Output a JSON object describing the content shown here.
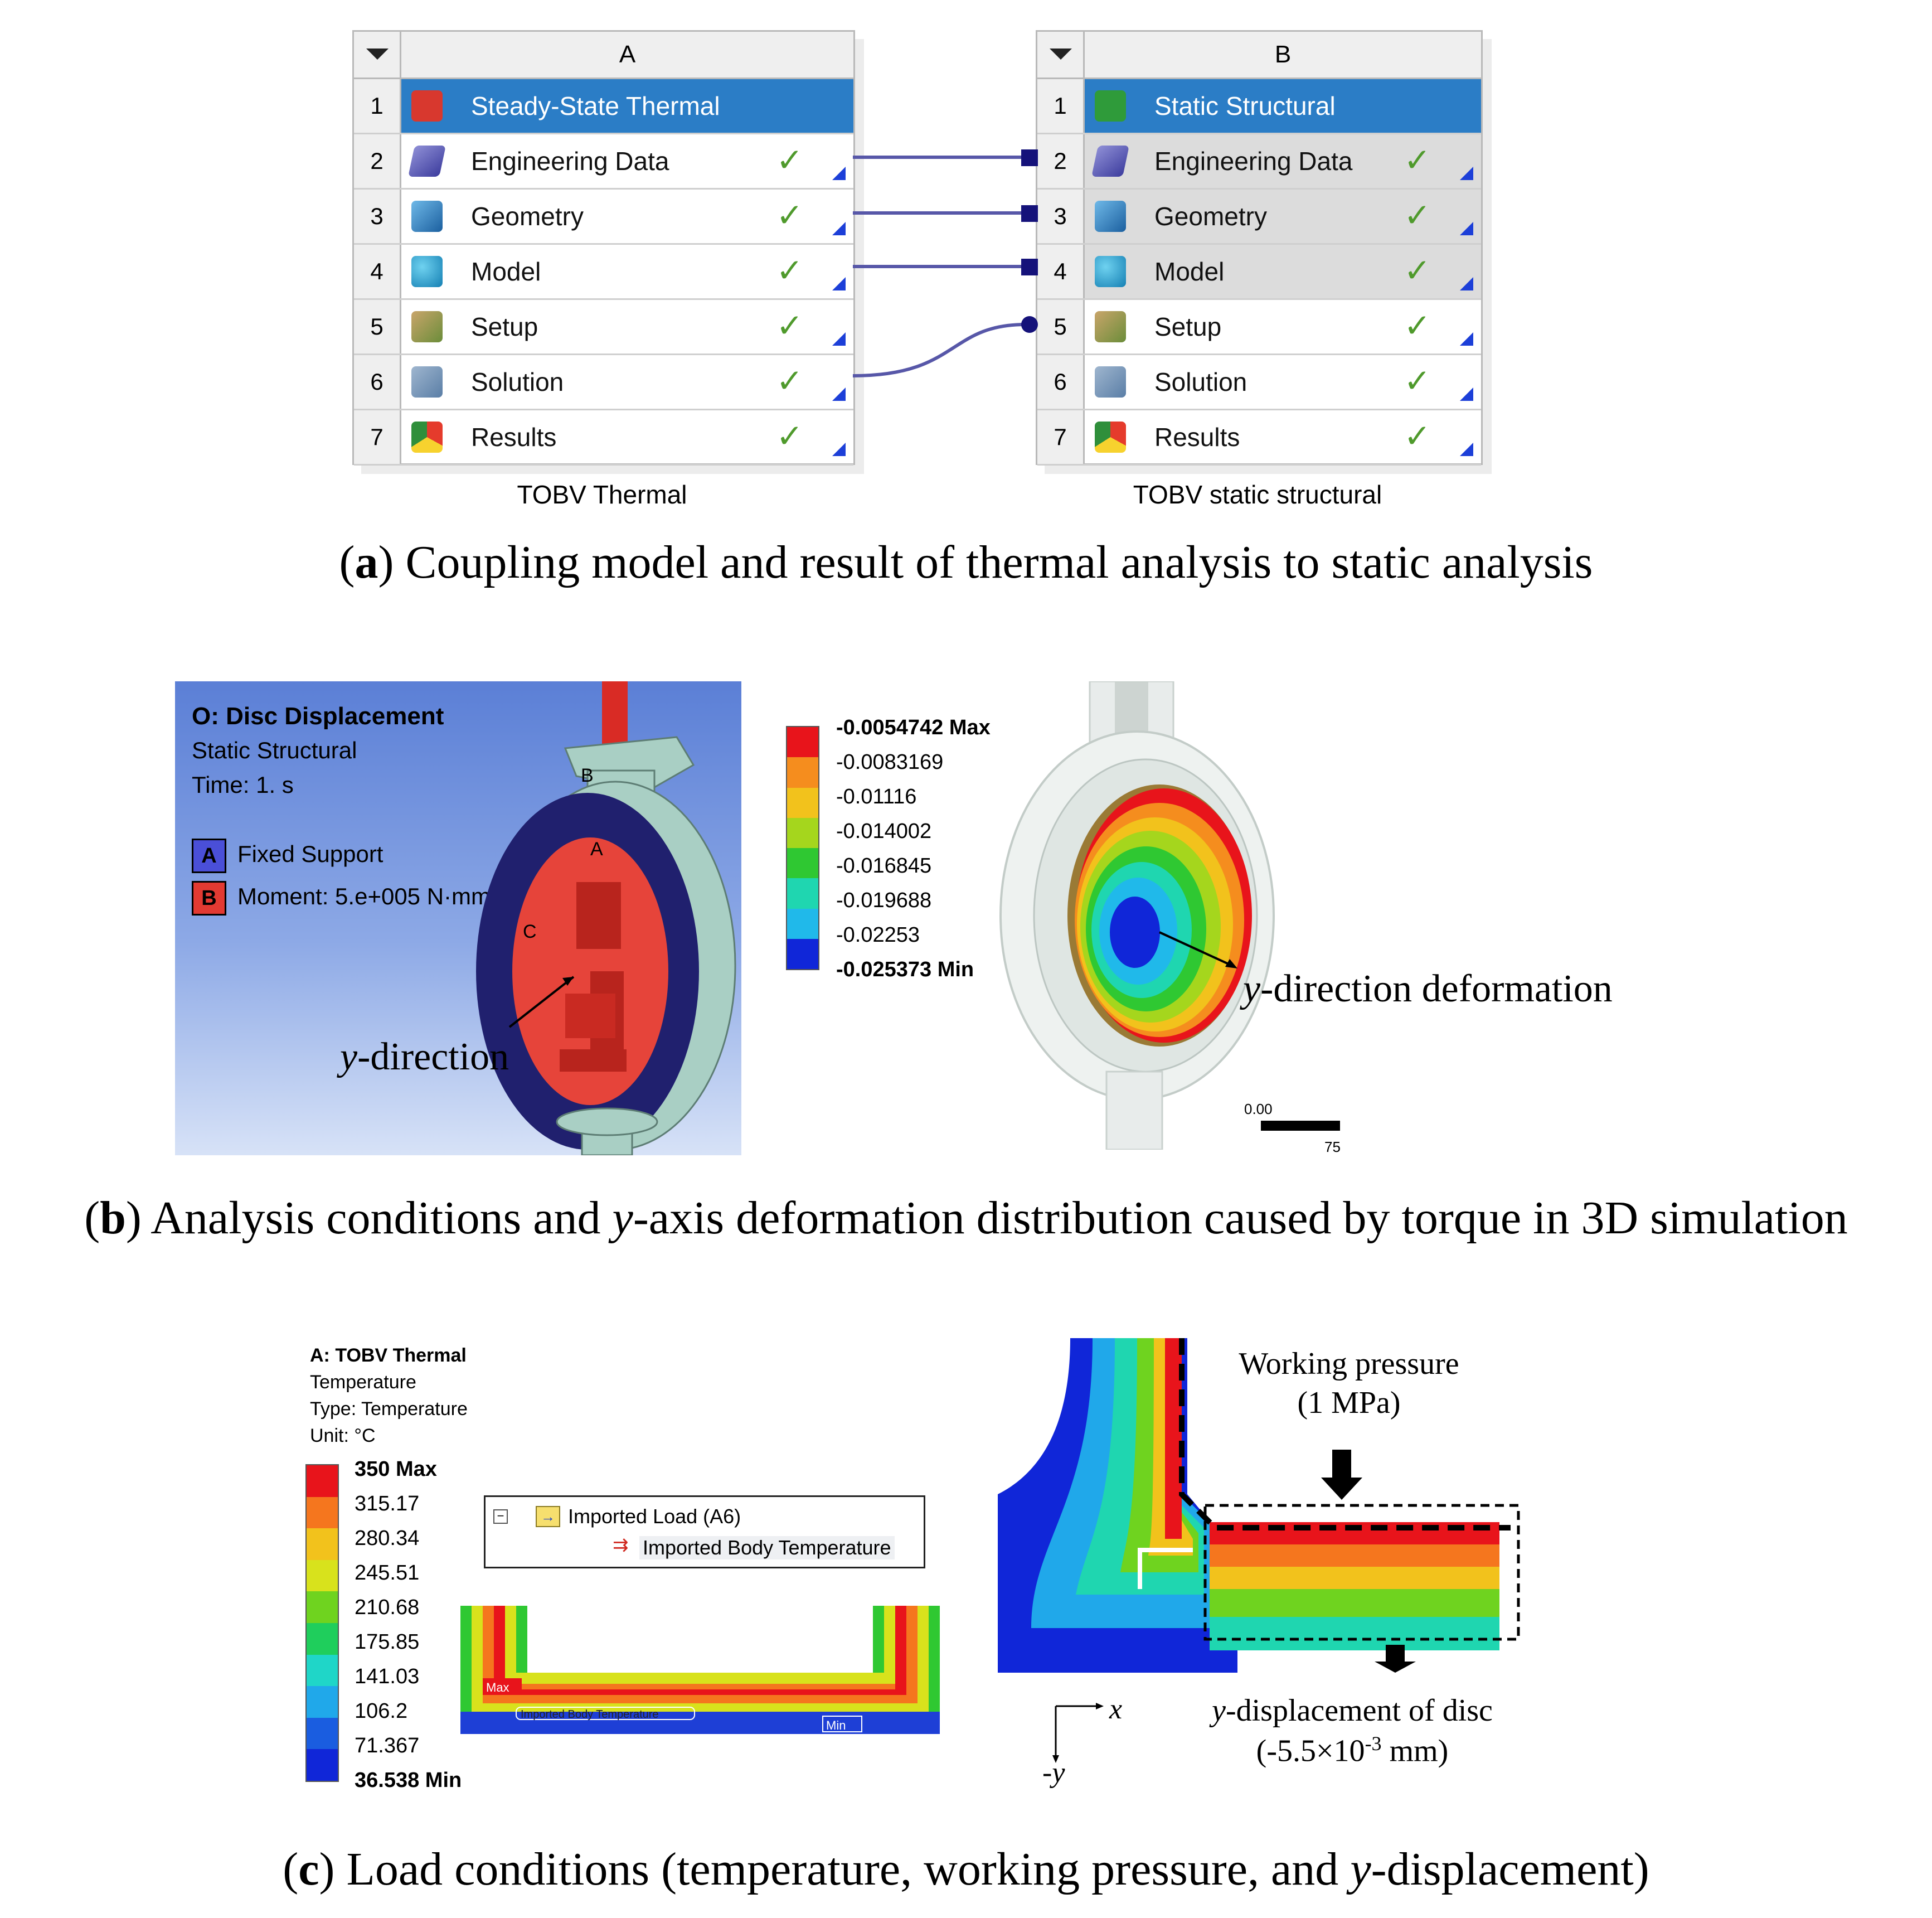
{
  "figure_a": {
    "system_a": {
      "column": "A",
      "caption": "TOBV Thermal",
      "rows": [
        {
          "num": "1",
          "label": "Steady-State Thermal",
          "icon": "thermal-icon"
        },
        {
          "num": "2",
          "label": "Engineering Data",
          "icon": "engineering-data-icon"
        },
        {
          "num": "3",
          "label": "Geometry",
          "icon": "geometry-icon"
        },
        {
          "num": "4",
          "label": "Model",
          "icon": "model-icon"
        },
        {
          "num": "5",
          "label": "Setup",
          "icon": "setup-icon"
        },
        {
          "num": "6",
          "label": "Solution",
          "icon": "solution-icon"
        },
        {
          "num": "7",
          "label": "Results",
          "icon": "results-icon"
        }
      ]
    },
    "system_b": {
      "column": "B",
      "caption": "TOBV static structural",
      "rows": [
        {
          "num": "1",
          "label": "Static Structural",
          "icon": "static-structural-icon"
        },
        {
          "num": "2",
          "label": "Engineering Data",
          "icon": "engineering-data-icon"
        },
        {
          "num": "3",
          "label": "Geometry",
          "icon": "geometry-icon"
        },
        {
          "num": "4",
          "label": "Model",
          "icon": "model-icon"
        },
        {
          "num": "5",
          "label": "Setup",
          "icon": "setup-icon"
        },
        {
          "num": "6",
          "label": "Solution",
          "icon": "solution-icon"
        },
        {
          "num": "7",
          "label": "Results",
          "icon": "results-icon"
        }
      ]
    },
    "check_glyph": "✓",
    "caption_letter": "a",
    "caption_text": ") Coupling model and result of thermal analysis to static analysis"
  },
  "figure_b": {
    "left_panel": {
      "title": "O: Disc Displacement",
      "analysis": "Static Structural",
      "time": "Time: 1. s",
      "legend": [
        {
          "key": "A",
          "label": "Fixed Support",
          "color": "#4a4fd8"
        },
        {
          "key": "B",
          "label": "Moment: 5.e+005 N·mm",
          "color": "#e23a32"
        }
      ],
      "labels": {
        "b": "B",
        "a": "A",
        "c": "C"
      },
      "direction_label_italic": "y",
      "direction_label_rest": "-direction"
    },
    "contour_legend": [
      {
        "value": "-0.0054742 Max",
        "color": "#e8141b",
        "bold": true
      },
      {
        "value": "-0.0083169",
        "color": "#f58d1e"
      },
      {
        "value": "-0.01116",
        "color": "#f2c21c"
      },
      {
        "value": "-0.014002",
        "color": "#a5d61d"
      },
      {
        "value": "-0.016845",
        "color": "#2fc832"
      },
      {
        "value": "-0.019688",
        "color": "#1fd6b0"
      },
      {
        "value": "-0.02253",
        "color": "#20b9ea"
      },
      {
        "value": "-0.025373 Min",
        "color": "#1026d8",
        "bold": true
      }
    ],
    "deformation_label_italic": "y",
    "deformation_label_rest": "-direction deformation",
    "scale": {
      "start": "0.00",
      "end": "75"
    },
    "caption_letter": "b",
    "caption_pre": ") Analysis conditions and ",
    "caption_italic": "y",
    "caption_post": "-axis deformation distribution caused by torque in 3D simulation"
  },
  "figure_c": {
    "title": "A: TOBV Thermal",
    "subtitle": "Temperature",
    "type": "Type: Temperature",
    "unit": "Unit: °C",
    "temperature_legend": [
      {
        "value": "350 Max",
        "color": "#e8141b",
        "bold": true
      },
      {
        "value": "315.17",
        "color": "#f5761e"
      },
      {
        "value": "280.34",
        "color": "#f2c21c"
      },
      {
        "value": "245.51",
        "color": "#d8e21c"
      },
      {
        "value": "210.68",
        "color": "#6fd31f"
      },
      {
        "value": "175.85",
        "color": "#1fce5c"
      },
      {
        "value": "141.03",
        "color": "#1fd6c8"
      },
      {
        "value": "106.2",
        "color": "#20a8ea"
      },
      {
        "value": "71.367",
        "color": "#1a5de0"
      },
      {
        "value": "36.538 Min",
        "color": "#1026d8",
        "bold": true
      }
    ],
    "tree": {
      "parent": "Imported Load (A6)",
      "child": "Imported Body Temperature"
    },
    "section_tags": {
      "max": "Max",
      "min": "Min",
      "body": "Imported Body Temperature"
    },
    "pressure_label": "Working pressure",
    "pressure_value": "(1 MPa)",
    "disp_label_italic": "y",
    "disp_label_rest": "-displacement of disc",
    "disp_value_pre": "(-5.5×10",
    "disp_value_exp": "-3",
    "disp_value_post": " mm)",
    "axis_x": "x",
    "axis_y": "-y",
    "caption_letter": "c",
    "caption_pre": ") Load conditions (temperature, working pressure, and ",
    "caption_italic": "y",
    "caption_post": "-displacement)"
  }
}
